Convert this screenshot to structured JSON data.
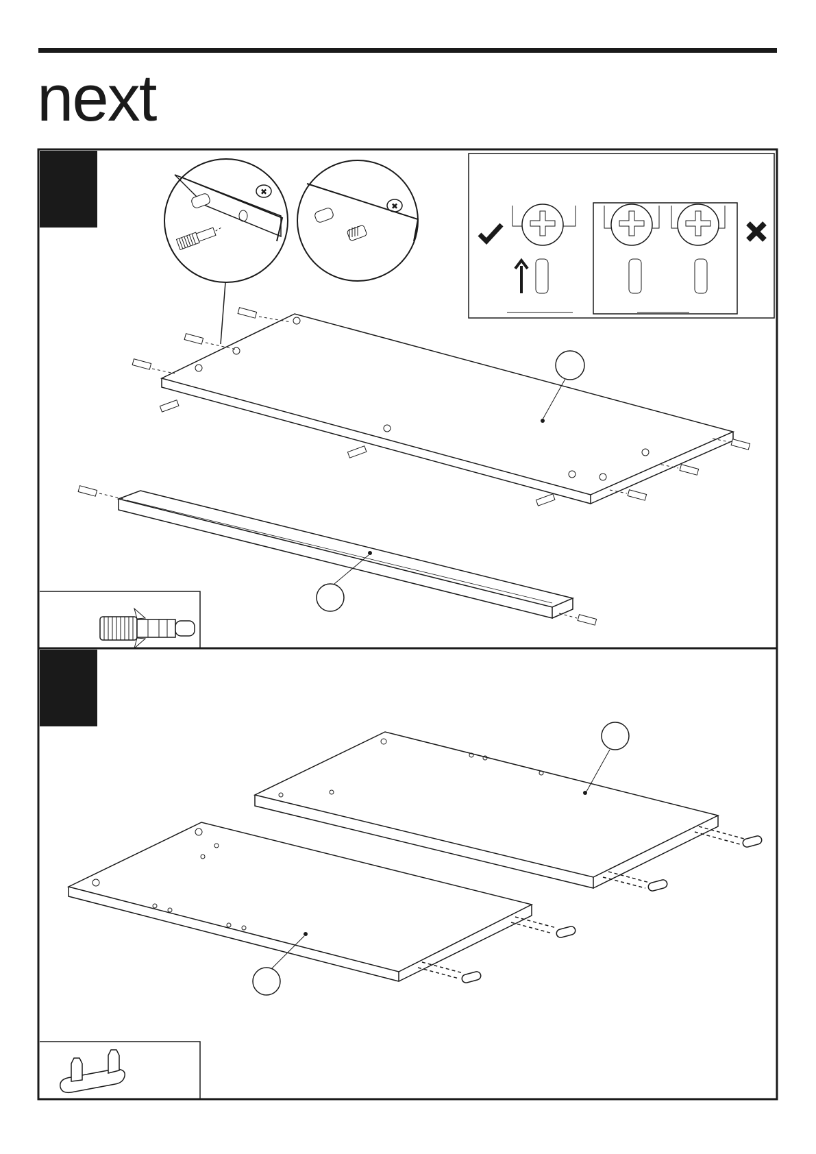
{
  "brand": {
    "logo_text": "next"
  },
  "steps": [
    {
      "step_number": "",
      "part_labels": [
        "",
        ""
      ],
      "icons": [
        "screw-cam-dowel-icon",
        "checkmark-icon",
        "cross-icon",
        "arrow-up-icon"
      ],
      "detail_views": [
        "dowel-insert-detail-1",
        "dowel-insert-detail-2"
      ]
    },
    {
      "step_number": "",
      "part_labels": [
        "",
        ""
      ],
      "icons": [
        "plastic-foot-glide-icon"
      ]
    }
  ],
  "colors": {
    "ink": "#1a1a1a",
    "paper": "#ffffff"
  }
}
